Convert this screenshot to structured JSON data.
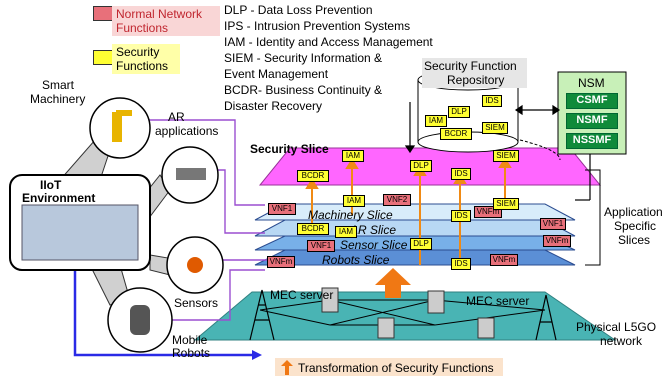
{
  "legend": {
    "normal_label": "Normal Network Functions",
    "normal_line1": "Normal Network",
    "normal_line2": "Functions",
    "security_line1": "Security",
    "security_line2": "Functions",
    "colors": {
      "normal": "#e8707a",
      "security": "#ffff33"
    }
  },
  "abbreviations": [
    "DLP - Data Loss Prevention",
    "IPS - Intrusion Prevention Systems",
    "IAM - Identity and Access Management",
    "SIEM - Security Information &",
    "Event Management",
    "BCDR- Business Continuity &",
    "Disaster Recovery"
  ],
  "repository": {
    "title_line1": "Security Function",
    "title_line2": "Repository",
    "items": [
      "IDS",
      "DLP",
      "IAM",
      "SIEM",
      "BCDR"
    ]
  },
  "nsm": {
    "title": "NSM",
    "items": [
      "CSMF",
      "NSMF",
      "NSSMF"
    ]
  },
  "iiot": {
    "line1": "IIoT",
    "line2": "Environment"
  },
  "devices": {
    "smart_line1": "Smart",
    "smart_line2": "Machinery",
    "ar_line1": "AR",
    "ar_line2": "applications",
    "sensors": "Sensors",
    "mobile_line1": "Mobile",
    "mobile_line2": "Robots"
  },
  "slices": {
    "security": "Security Slice",
    "machinery": "Machinery Slice",
    "ar": "AR Slice",
    "sensor": "Sensor Slice",
    "robots": "Robots Slice",
    "app_line1": "Application",
    "app_line2": "Specific",
    "app_line3": "Slices"
  },
  "slice_functions": {
    "security_row": [
      "BCDR",
      "IAM",
      "DLP",
      "IDS",
      "SIEM"
    ],
    "vnf_labels": [
      "VNF1",
      "VNF2",
      "VNFm",
      "VNF1",
      "VNFm",
      "VNF1",
      "VNFm",
      "VNFm"
    ],
    "sec_labels": [
      "BCDR",
      "IAM",
      "IAM",
      "IDS",
      "SIEM",
      "DLP",
      "IDS"
    ]
  },
  "network": {
    "mec_left": "MEC server",
    "mec_right": "MEC server",
    "physical_line1": "Physical L5GO",
    "physical_line2": "network"
  },
  "footer": {
    "transformation": "Transformation of Security Functions"
  }
}
